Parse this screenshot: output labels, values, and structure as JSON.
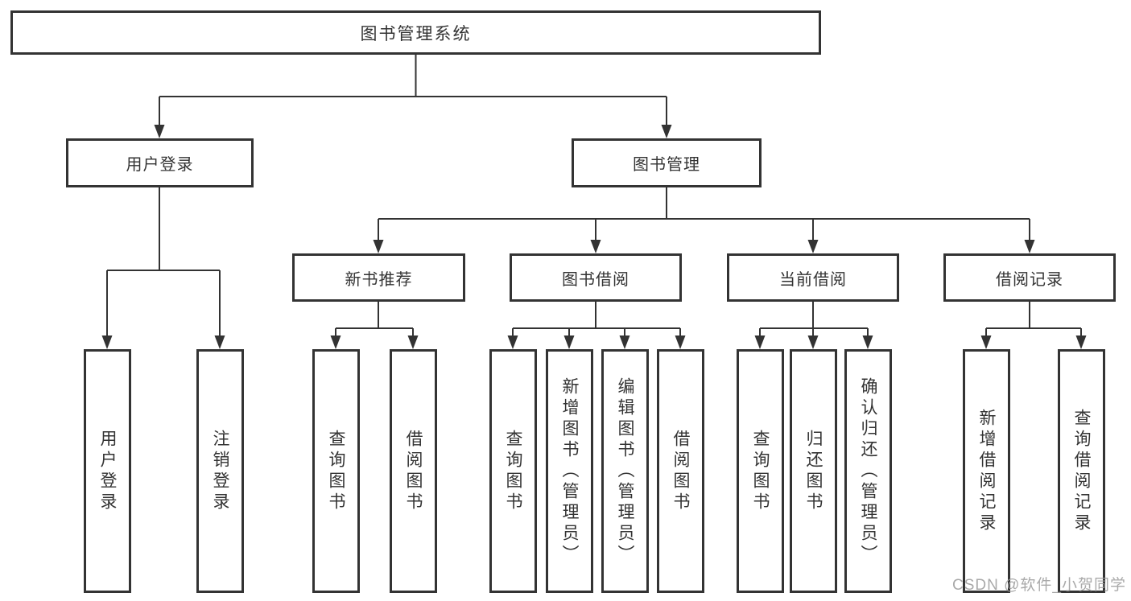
{
  "tree": {
    "root": {
      "label": "图书管理系统"
    },
    "branches": [
      {
        "label": "用户登录",
        "leaves": [
          {
            "label": "用户登录"
          },
          {
            "label": "注销登录"
          }
        ]
      },
      {
        "label": "图书管理",
        "groups": [
          {
            "label": "新书推荐",
            "leaves": [
              {
                "label": "查询图书"
              },
              {
                "label": "借阅图书"
              }
            ]
          },
          {
            "label": "图书借阅",
            "leaves": [
              {
                "label": "查询图书"
              },
              {
                "label": "新增图书（管理员）"
              },
              {
                "label": "编辑图书（管理员）"
              },
              {
                "label": "借阅图书"
              }
            ]
          },
          {
            "label": "当前借阅",
            "leaves": [
              {
                "label": "查询图书"
              },
              {
                "label": "归还图书"
              },
              {
                "label": "确认归还（管理员）"
              }
            ]
          },
          {
            "label": "借阅记录",
            "leaves": [
              {
                "label": "新增借阅记录"
              },
              {
                "label": "查询借阅记录"
              }
            ]
          }
        ]
      }
    ]
  },
  "watermark": {
    "text": "CSDN @软件_小贺同学"
  },
  "colors": {
    "line": "#333333",
    "text": "#333333",
    "watermark": "#9b9b9b"
  }
}
